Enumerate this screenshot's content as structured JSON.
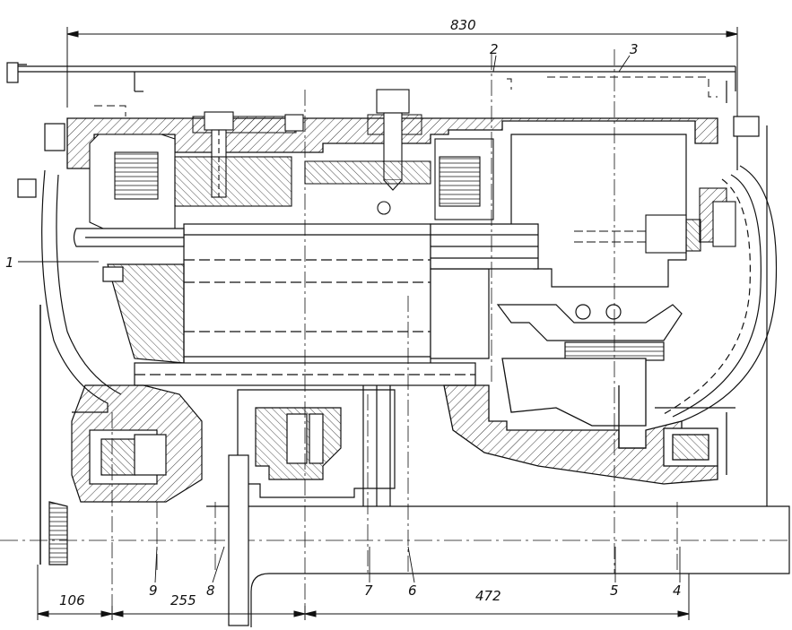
{
  "drawing": {
    "dimensions": {
      "overall": "830",
      "left_end": "106",
      "middle": "255",
      "right_span": "472"
    },
    "callouts": {
      "c1": "1",
      "c2": "2",
      "c3": "3",
      "c4": "4",
      "c5": "5",
      "c6": "6",
      "c7": "7",
      "c8": "8",
      "c9": "9"
    },
    "style": {
      "ink": "#111111",
      "paper": "#ffffff"
    }
  }
}
